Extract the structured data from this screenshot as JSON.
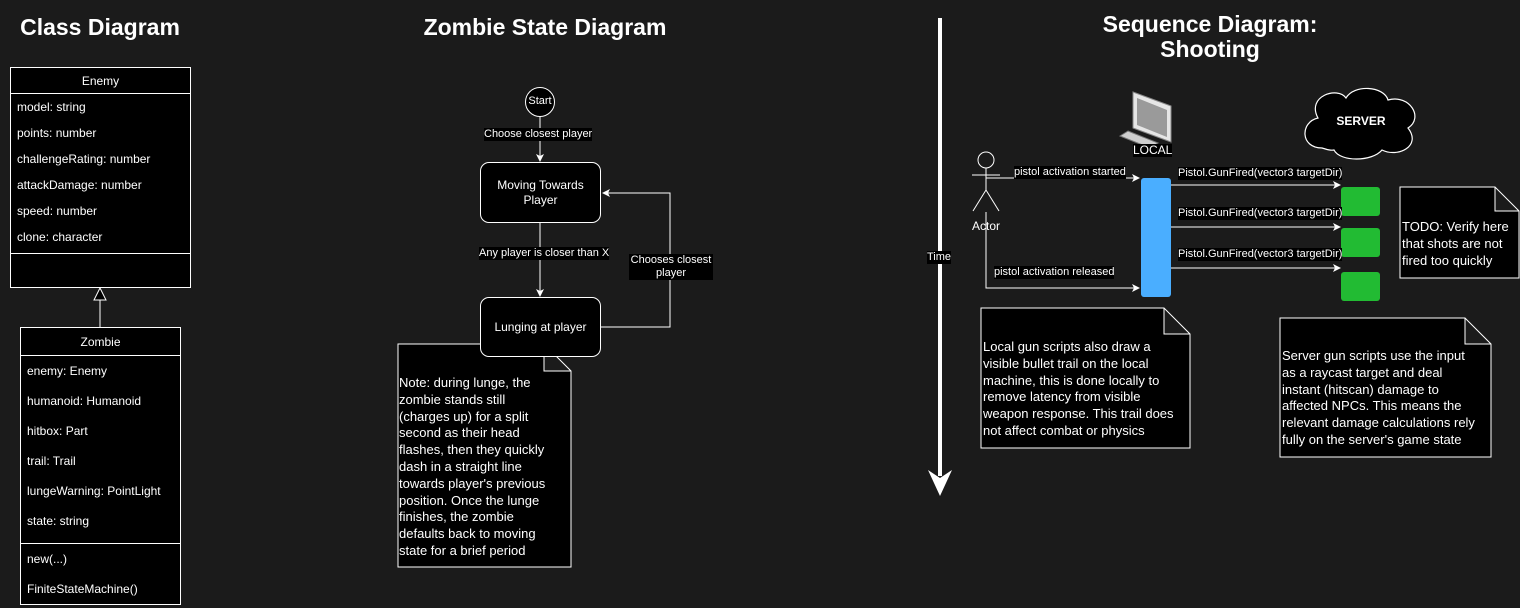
{
  "titles": {
    "class_diagram": "Class Diagram",
    "state_diagram": "Zombie State Diagram",
    "sequence_line1": "Sequence Diagram:",
    "sequence_line2": "Shooting"
  },
  "enemy": {
    "name": "Enemy",
    "attributes": [
      "model: string",
      "points: number",
      "challengeRating: number",
      "attackDamage: number",
      "speed: number",
      "clone: character"
    ]
  },
  "zombie": {
    "name": "Zombie",
    "attributes": [
      "enemy: Enemy",
      "humanoid: Humanoid",
      "hitbox: Part",
      "trail: Trail",
      "lungeWarning: PointLight",
      "state: string"
    ],
    "methods": [
      "new(...)",
      "FiniteStateMachine()"
    ]
  },
  "state_diagram": {
    "start": "Start",
    "start_transition": "Choose closest player",
    "moving": "Moving Towards Player",
    "closer_transition": "Any player is closer than X",
    "lunging": "Lunging at player",
    "back_transition": "Chooses closest player",
    "note": [
      "Note: during lunge, the",
      "zombie stands still",
      "(charges up) for a split",
      "second as their head",
      "flashes, then they quickly",
      "dash in a straight line",
      "towards player's previous",
      "position. Once the lunge",
      "finishes, the zombie",
      "defaults back to moving",
      "state for a brief period"
    ]
  },
  "sequence": {
    "time_label": "Time",
    "actor_label": "Actor",
    "local_label": "LOCAL",
    "server_label": "SERVER",
    "msg_started": "pistol activation started",
    "msg_released": "pistol activation released",
    "gun_fired": [
      "Pistol.GunFired(vector3 targetDir)",
      "Pistol.GunFired(vector3 targetDir)",
      "Pistol.GunFired(vector3 targetDir)"
    ],
    "todo_note": [
      "TODO: Verify here",
      "that shots are not",
      "fired too quickly"
    ],
    "local_note": [
      "Local gun scripts also draw a",
      "visible bullet trail on the local",
      "machine, this is done locally to",
      "remove latency from visible",
      "weapon response. This trail does",
      "not affect combat or physics"
    ],
    "server_note": [
      "Server gun scripts use the input",
      "as a raycast target and deal",
      "instant (hitscan) damage to",
      "affected NPCs. This means the",
      "relevant damage calculations rely",
      "fully on the server's game state"
    ]
  },
  "colors": {
    "background": "#1b1b1b",
    "activation": "#4aaeff",
    "server_box": "#22bb33"
  }
}
